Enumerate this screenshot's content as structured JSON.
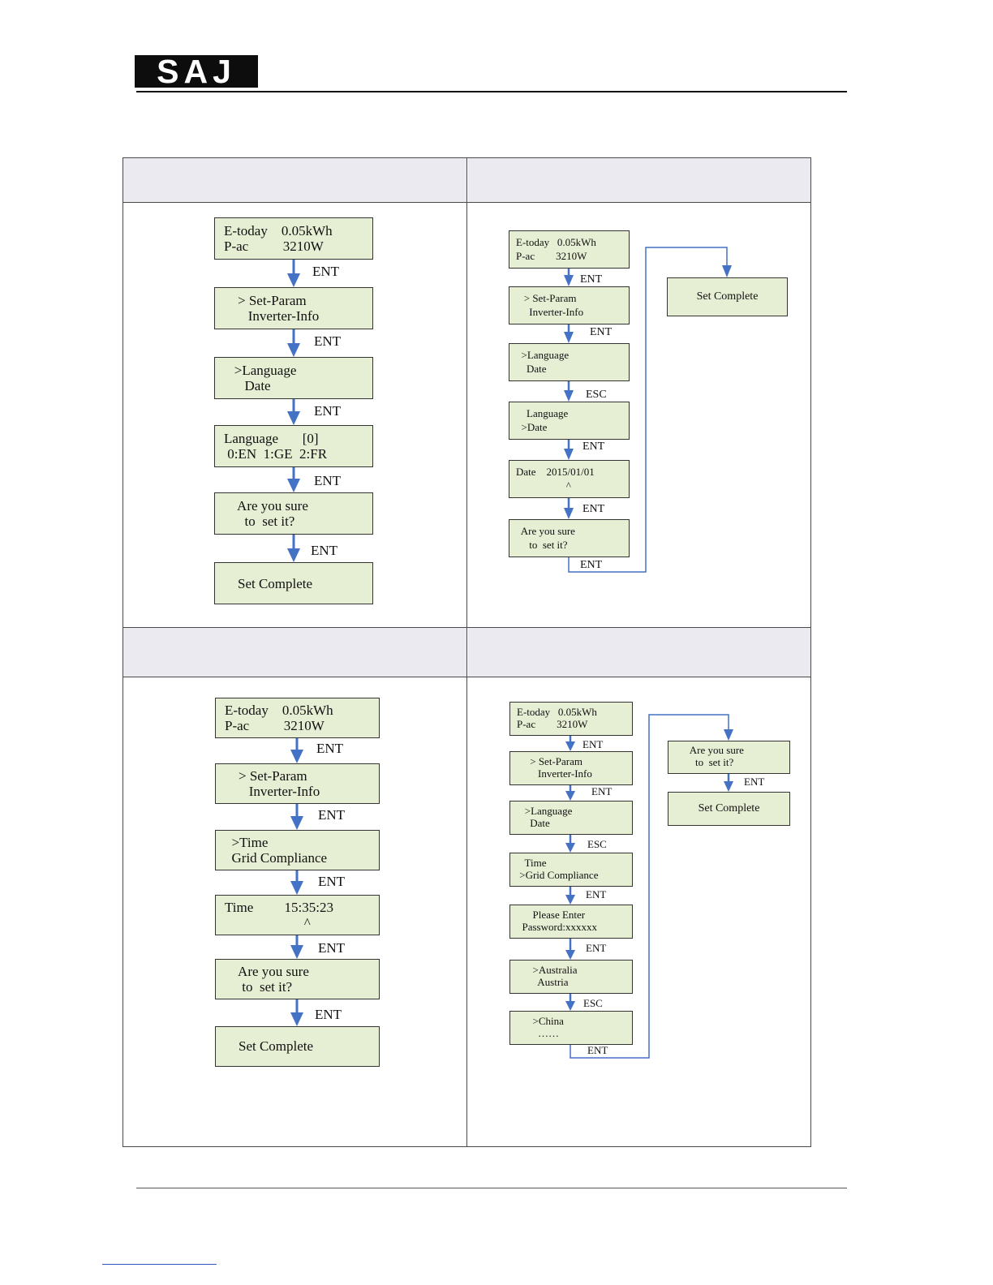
{
  "header": {
    "logo_text": "SAJ"
  },
  "cell_tl": {
    "boxes": [
      "E-today    0.05kWh\nP-ac          3210W",
      "    > Set-Param\n       Inverter-Info",
      "   >Language\n      Date",
      "Language       [0]\n 0:EN  1:GE  2:FR",
      "    Are you sure\n      to  set it?",
      "    Set Complete"
    ],
    "labels": [
      "ENT",
      "ENT",
      "ENT",
      "ENT",
      "ENT"
    ]
  },
  "cell_tr": {
    "boxes": [
      "E-today   0.05kWh\nP-ac        3210W",
      "   > Set-Param\n     Inverter-Info",
      "  >Language\n    Date",
      "    Language\n  >Date",
      "Date    2015/01/01\n                   ^",
      "  Are you sure\n     to  set it?"
    ],
    "labels": [
      "ENT",
      "ENT",
      "ESC",
      "ENT",
      "ENT",
      "ENT"
    ],
    "side_box": "Set Complete"
  },
  "cell_bl": {
    "boxes": [
      "E-today    0.05kWh\nP-ac          3210W",
      "    > Set-Param\n       Inverter-Info",
      "  >Time\n  Grid Compliance",
      "Time         15:35:23\n                       ^",
      "    Are you sure\n     to  set it?",
      "    Set Complete"
    ],
    "labels": [
      "ENT",
      "ENT",
      "ENT",
      "ENT",
      "ENT"
    ]
  },
  "cell_br": {
    "boxes": [
      "E-today   0.05kWh\nP-ac        3210W",
      "     > Set-Param\n        Inverter-Info",
      "   >Language\n     Date",
      "   Time\n >Grid Compliance",
      "      Please Enter\n  Password:xxxxxx",
      "      >Australia\n        Austria",
      "      >China\n        ……"
    ],
    "labels": [
      "ENT",
      "ENT",
      "ESC",
      "ENT",
      "ENT",
      "ESC",
      "ENT"
    ],
    "side_boxes": [
      "  Are you sure\n    to  set it?",
      "Set Complete"
    ],
    "side_label": "ENT"
  },
  "colors": {
    "arrow": "#4472c4",
    "box_fill": "#e6eed4",
    "header_fill": "#eaeaf0"
  }
}
